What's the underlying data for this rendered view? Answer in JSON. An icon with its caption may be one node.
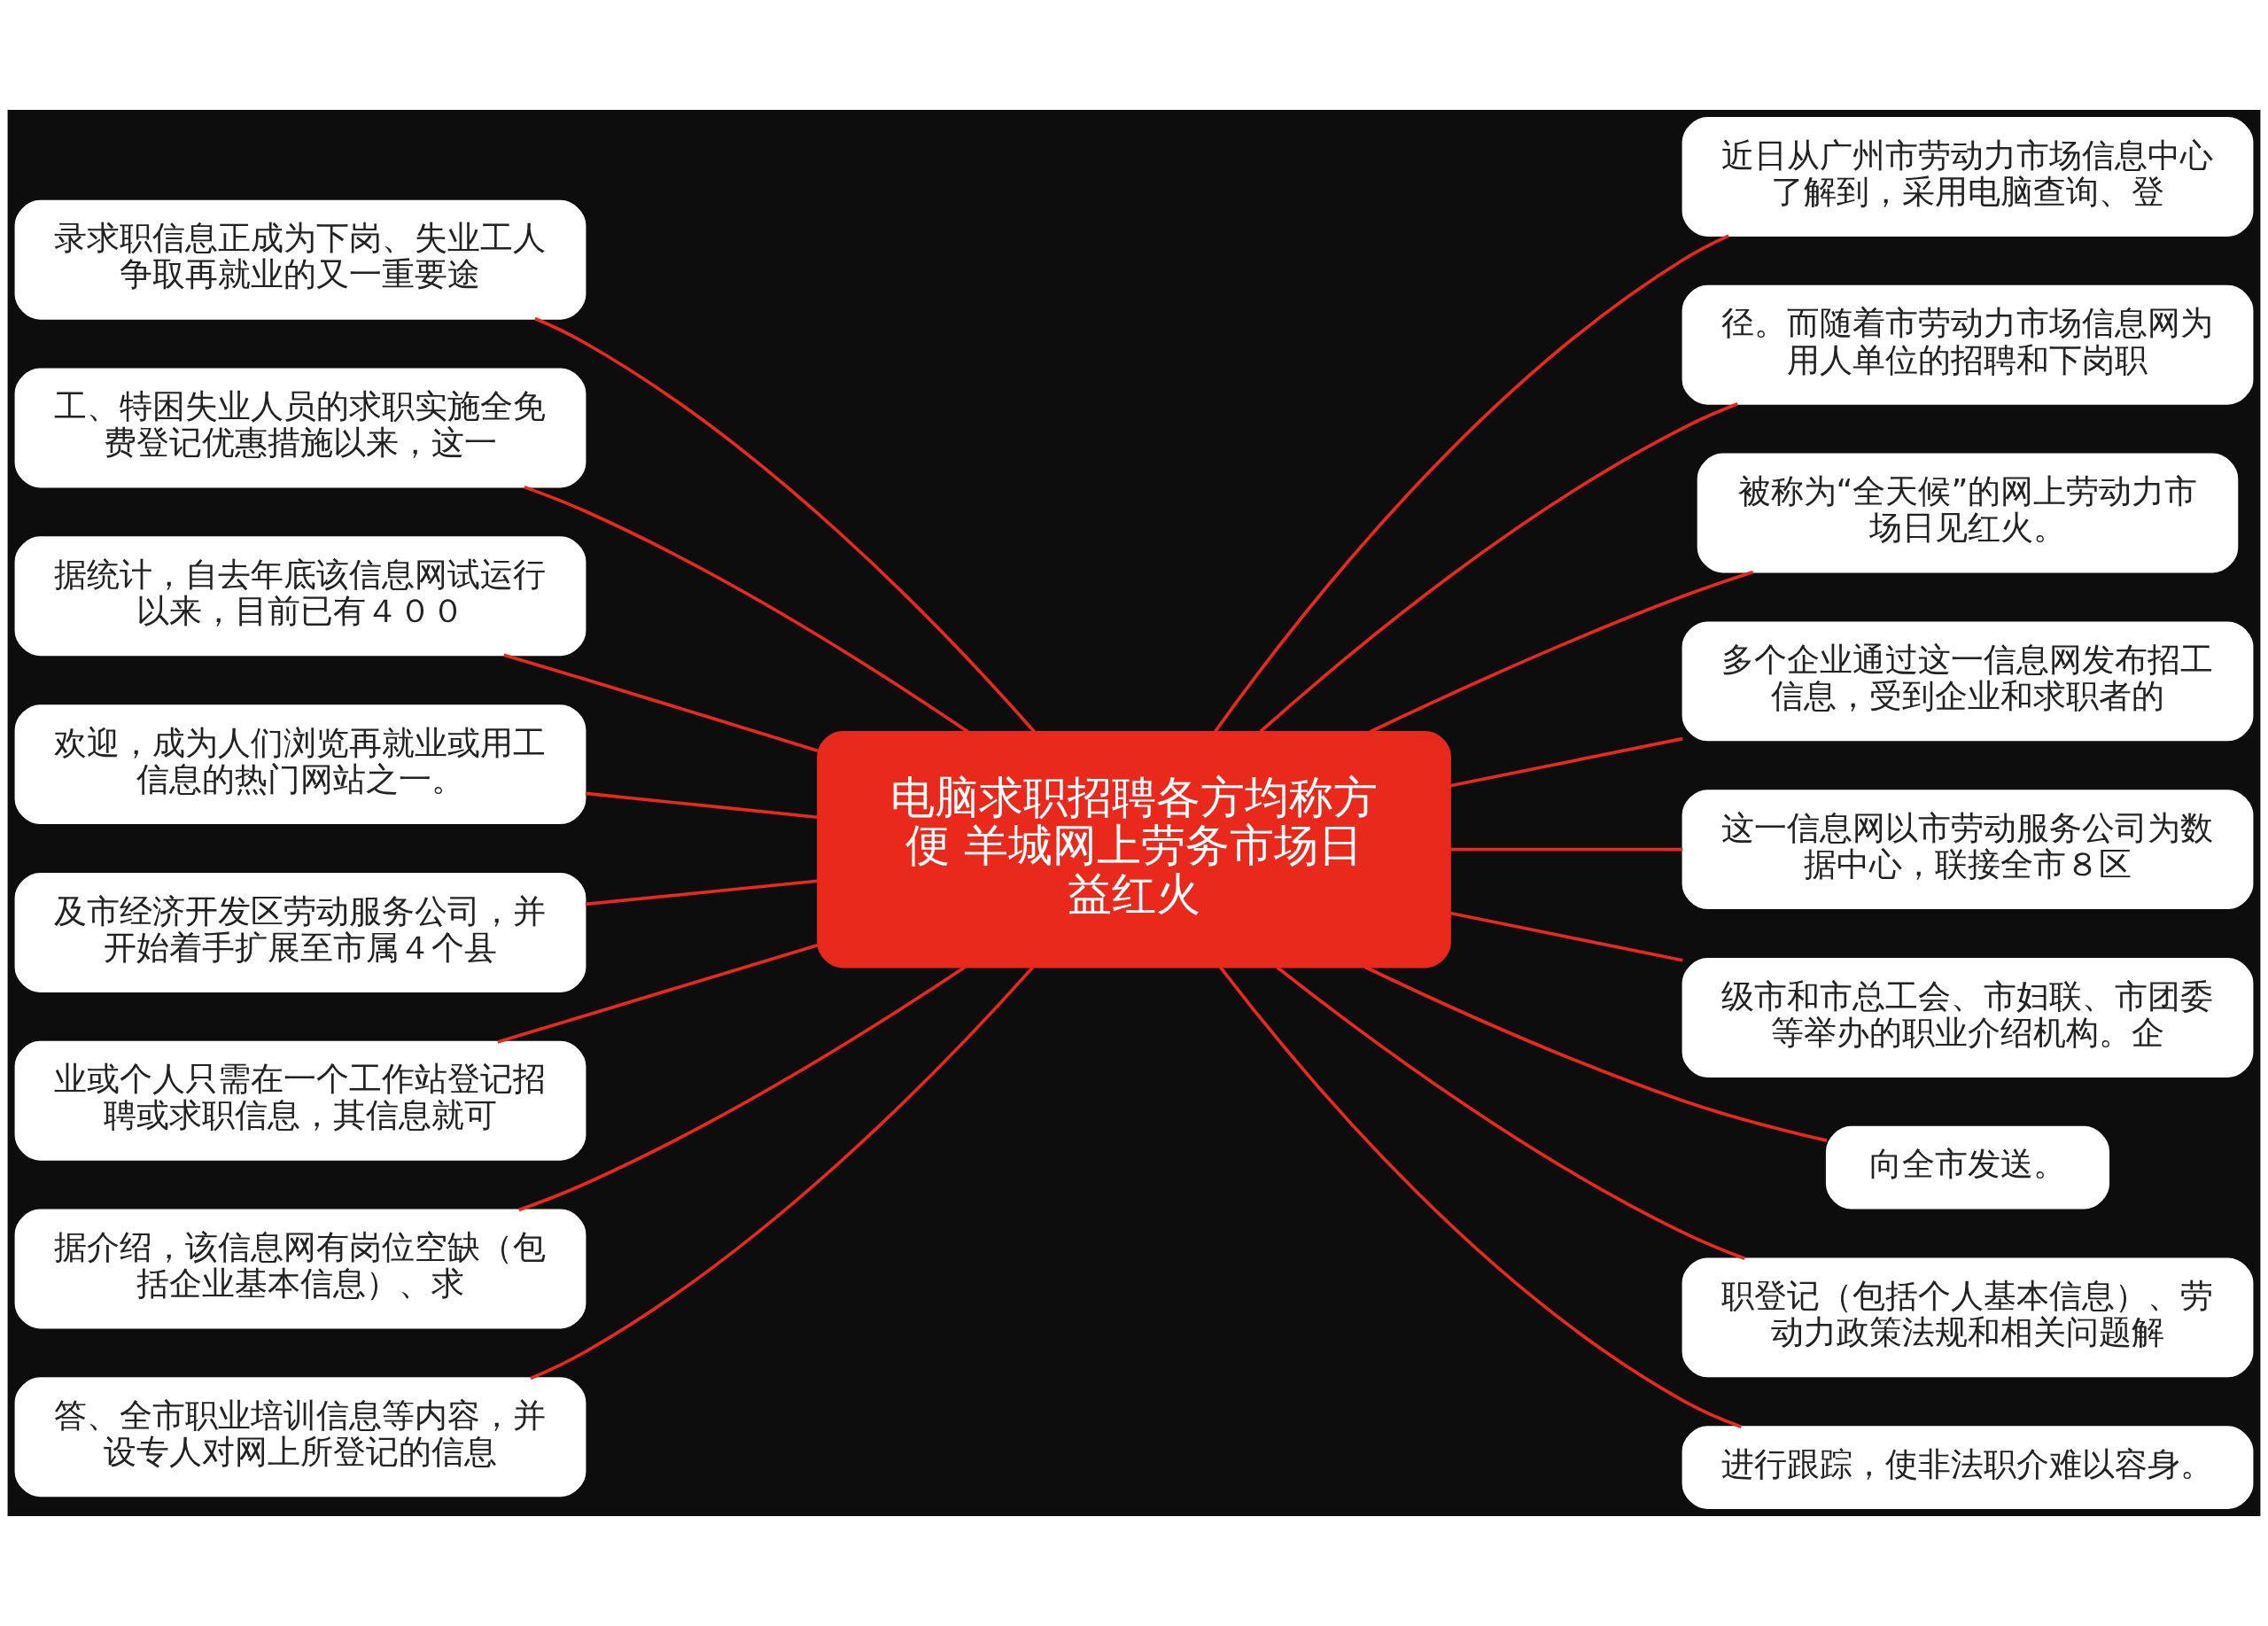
{
  "diagram": {
    "nodes": [
      {
        "text": [
          "电脑求职招聘各方均称方便 羊城网上劳务市场日益红火"
        ]
      },
      {
        "text": [
          "近日从广州市劳动力市场信息中心了解到，采用电脑查询、登"
        ]
      },
      {
        "text": [
          "径。而随着市劳动力市场信息网为用人单位的招聘和下岗职"
        ]
      },
      {
        "text": [
          "被称为“全天候”的网上劳动力市场日见红火。"
        ]
      },
      {
        "text": [
          "多个企业通过这一信息网发布招工信息，受到企业和求职者的"
        ]
      },
      {
        "text": [
          "这一信息网以市劳动服务公司为数据中心，联接全市８区"
        ]
      },
      {
        "text": [
          "级市和市总工会、市妇联、市团委等举办的职业介绍机构。企"
        ]
      },
      {
        "text": [
          "向全市发送。"
        ]
      },
      {
        "text": [
          "职登记（包括个人基本信息）、劳动力政策法规和相关问题解"
        ]
      },
      {
        "text": [
          "进行跟踪，使非法职介难以容身。"
        ]
      },
      {
        "text": [
          "录求职信息正成为下岗、失业工人争取再就业的又一重要途"
        ]
      },
      {
        "text": [
          "工、特困失业人员的求职实施全免费登记优惠措施以来，这一"
        ]
      },
      {
        "text": [
          "据统计，自去年底该信息网试运行以来，目前已有４００"
        ]
      },
      {
        "text": [
          "欢迎，成为人们浏览再就业或用工信息的热门网站之一。"
        ]
      },
      {
        "text": [
          "及市经济开发区劳动服务公司，并开始着手扩展至市属４个县"
        ]
      },
      {
        "text": [
          "业或个人只需在一个工作站登记招聘或求职信息，其信息就可"
        ]
      },
      {
        "text": [
          "据介绍，该信息网有岗位空缺（包括企业基本信息）、求"
        ]
      },
      {
        "text": [
          "答、全市职业培训信息等内容，并设专人对网上所登记的信息"
        ]
      }
    ],
    "edges": [
      {
        "from": 0,
        "to": 1,
        "arrow": "none"
      },
      {
        "from": 0,
        "to": 2,
        "arrow": "none"
      },
      {
        "from": 0,
        "to": 3,
        "arrow": "none"
      },
      {
        "from": 0,
        "to": 4,
        "arrow": "none"
      },
      {
        "from": 0,
        "to": 5,
        "arrow": "none"
      },
      {
        "from": 0,
        "to": 6,
        "arrow": "none"
      },
      {
        "from": 0,
        "to": 7,
        "arrow": "none"
      },
      {
        "from": 0,
        "to": 8,
        "arrow": "none"
      },
      {
        "from": 0,
        "to": 9,
        "arrow": "none"
      },
      {
        "from": 0,
        "to": 10,
        "arrow": "none"
      },
      {
        "from": 0,
        "to": 11,
        "arrow": "none"
      },
      {
        "from": 0,
        "to": 12,
        "arrow": "none"
      },
      {
        "from": 0,
        "to": 13,
        "arrow": "none"
      },
      {
        "from": 0,
        "to": 14,
        "arrow": "none"
      },
      {
        "from": 0,
        "to": 15,
        "arrow": "none"
      },
      {
        "from": 0,
        "to": 16,
        "arrow": "none"
      },
      {
        "from": 0,
        "to": 17,
        "arrow": "none"
      }
    ]
  }
}
